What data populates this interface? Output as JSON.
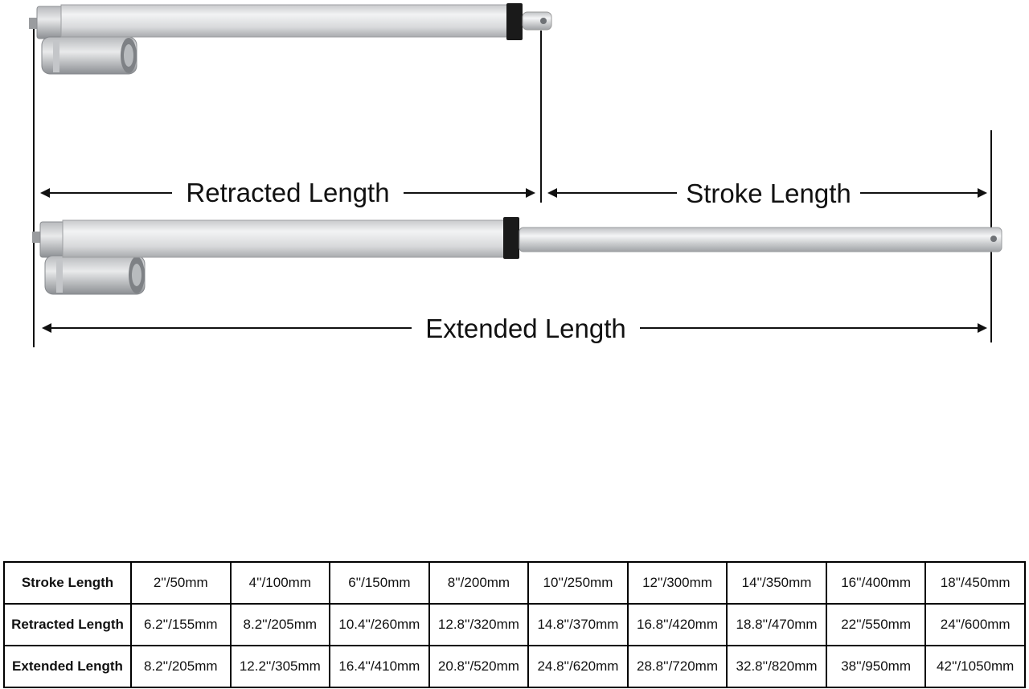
{
  "diagram": {
    "labels": {
      "retracted": "Retracted Length",
      "stroke": "Stroke Length",
      "extended": "Extended Length"
    },
    "colors": {
      "lines": "#111111",
      "tube_light": "#e6e7e8",
      "tube_dark": "#a9abae",
      "collar": "#1a1a1a"
    },
    "icons": [
      "linear-actuator-retracted-icon",
      "linear-actuator-extended-icon"
    ]
  },
  "table": {
    "rows": [
      {
        "header": "Stroke Length",
        "cells": [
          "2''/50mm",
          "4''/100mm",
          "6''/150mm",
          "8''/200mm",
          "10''/250mm",
          "12''/300mm",
          "14''/350mm",
          "16''/400mm",
          "18''/450mm"
        ]
      },
      {
        "header": "Retracted Length",
        "cells": [
          "6.2''/155mm",
          "8.2''/205mm",
          "10.4''/260mm",
          "12.8''/320mm",
          "14.8''/370mm",
          "16.8''/420mm",
          "18.8''/470mm",
          "22''/550mm",
          "24''/600mm"
        ]
      },
      {
        "header": "Extended Length",
        "cells": [
          "8.2''/205mm",
          "12.2''/305mm",
          "16.4''/410mm",
          "20.8''/520mm",
          "24.8''/620mm",
          "28.8''/720mm",
          "32.8''/820mm",
          "38''/950mm",
          "42''/1050mm"
        ]
      }
    ]
  }
}
